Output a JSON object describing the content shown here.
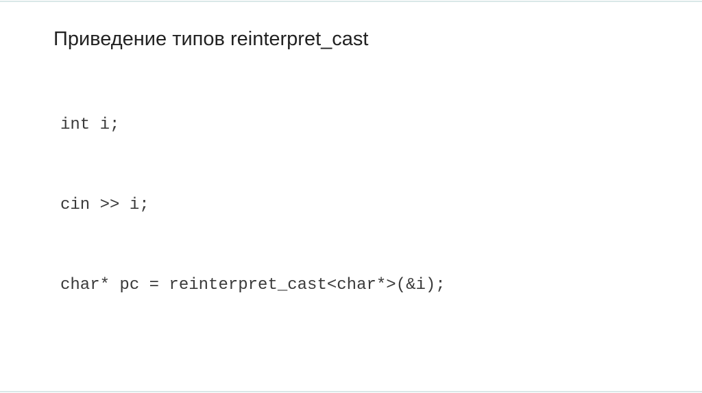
{
  "slide": {
    "title": "Приведение типов reinterpret_cast",
    "code_lines": [
      "int i;",
      "cin >> i;",
      "char* pc = reinterpret_cast<char*>(&i);"
    ]
  },
  "colors": {
    "accent_line": "#d9e8e8",
    "title_text": "#222222",
    "code_text": "#3a3a3a",
    "background": "#ffffff"
  }
}
